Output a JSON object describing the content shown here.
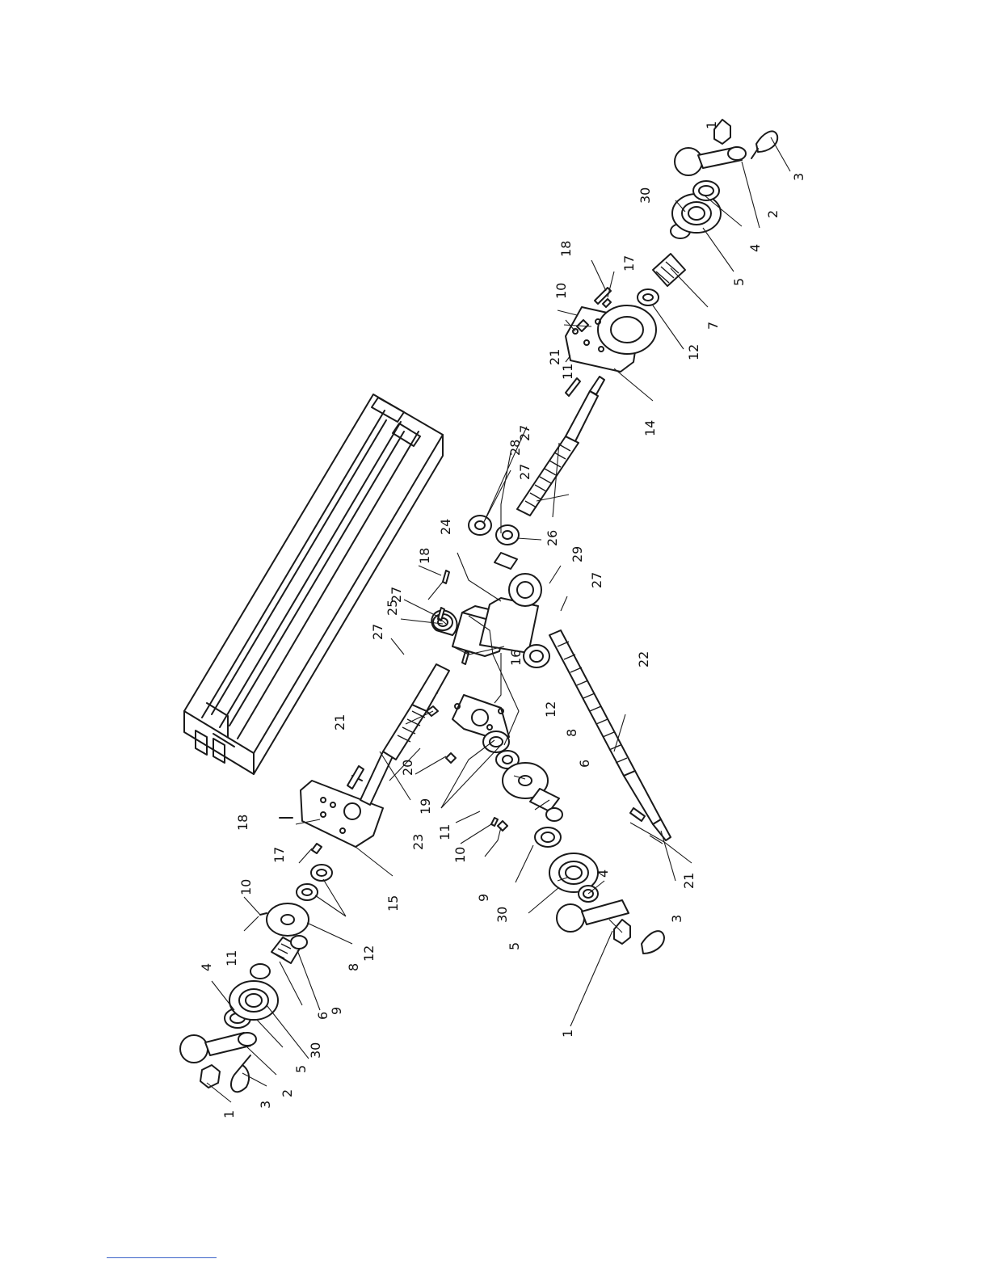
{
  "diagram": {
    "callouts": [
      {
        "id": "c1a",
        "label": "1"
      },
      {
        "id": "c1b",
        "label": "1"
      },
      {
        "id": "c1c",
        "label": "1"
      },
      {
        "id": "c2a",
        "label": "2"
      },
      {
        "id": "c2b",
        "label": "2"
      },
      {
        "id": "c3a",
        "label": "3"
      },
      {
        "id": "c3b",
        "label": "3"
      },
      {
        "id": "c3c",
        "label": "3"
      },
      {
        "id": "c4a",
        "label": "4"
      },
      {
        "id": "c4b",
        "label": "4"
      },
      {
        "id": "c4c",
        "label": "4"
      },
      {
        "id": "c5a",
        "label": "5"
      },
      {
        "id": "c5b",
        "label": "5"
      },
      {
        "id": "c5c",
        "label": "5"
      },
      {
        "id": "c6a",
        "label": "6"
      },
      {
        "id": "c6b",
        "label": "6"
      },
      {
        "id": "c7",
        "label": "7"
      },
      {
        "id": "c8a",
        "label": "8"
      },
      {
        "id": "c8b",
        "label": "8"
      },
      {
        "id": "c9a",
        "label": "9"
      },
      {
        "id": "c9b",
        "label": "9"
      },
      {
        "id": "c10a",
        "label": "10"
      },
      {
        "id": "c10b",
        "label": "10"
      },
      {
        "id": "c10c",
        "label": "10"
      },
      {
        "id": "c11a",
        "label": "11"
      },
      {
        "id": "c11b",
        "label": "11"
      },
      {
        "id": "c11c",
        "label": "11"
      },
      {
        "id": "c12a",
        "label": "12"
      },
      {
        "id": "c12b",
        "label": "12"
      },
      {
        "id": "c12c",
        "label": "12"
      },
      {
        "id": "c14",
        "label": "14"
      },
      {
        "id": "c15",
        "label": "15"
      },
      {
        "id": "c16",
        "label": "16"
      },
      {
        "id": "c17a",
        "label": "17"
      },
      {
        "id": "c17b",
        "label": "17"
      },
      {
        "id": "c18a",
        "label": "18"
      },
      {
        "id": "c18b",
        "label": "18"
      },
      {
        "id": "c18c",
        "label": "18"
      },
      {
        "id": "c19",
        "label": "19"
      },
      {
        "id": "c20",
        "label": "20"
      },
      {
        "id": "c21a",
        "label": "21"
      },
      {
        "id": "c21b",
        "label": "21"
      },
      {
        "id": "c21c",
        "label": "21"
      },
      {
        "id": "c22",
        "label": "22"
      },
      {
        "id": "c23",
        "label": "23"
      },
      {
        "id": "c24",
        "label": "24"
      },
      {
        "id": "c25",
        "label": "25"
      },
      {
        "id": "c26",
        "label": "26"
      },
      {
        "id": "c27a",
        "label": "27"
      },
      {
        "id": "c27b",
        "label": "27"
      },
      {
        "id": "c27c",
        "label": "27"
      },
      {
        "id": "c27d",
        "label": "27"
      },
      {
        "id": "c27e",
        "label": "27"
      },
      {
        "id": "c28",
        "label": "28"
      },
      {
        "id": "c29",
        "label": "29"
      },
      {
        "id": "c30a",
        "label": "30"
      },
      {
        "id": "c30b",
        "label": "30"
      },
      {
        "id": "c30c",
        "label": "30"
      }
    ]
  },
  "colors": {
    "line": "#1a1a1a",
    "footer_rule": "#3b63c8"
  }
}
